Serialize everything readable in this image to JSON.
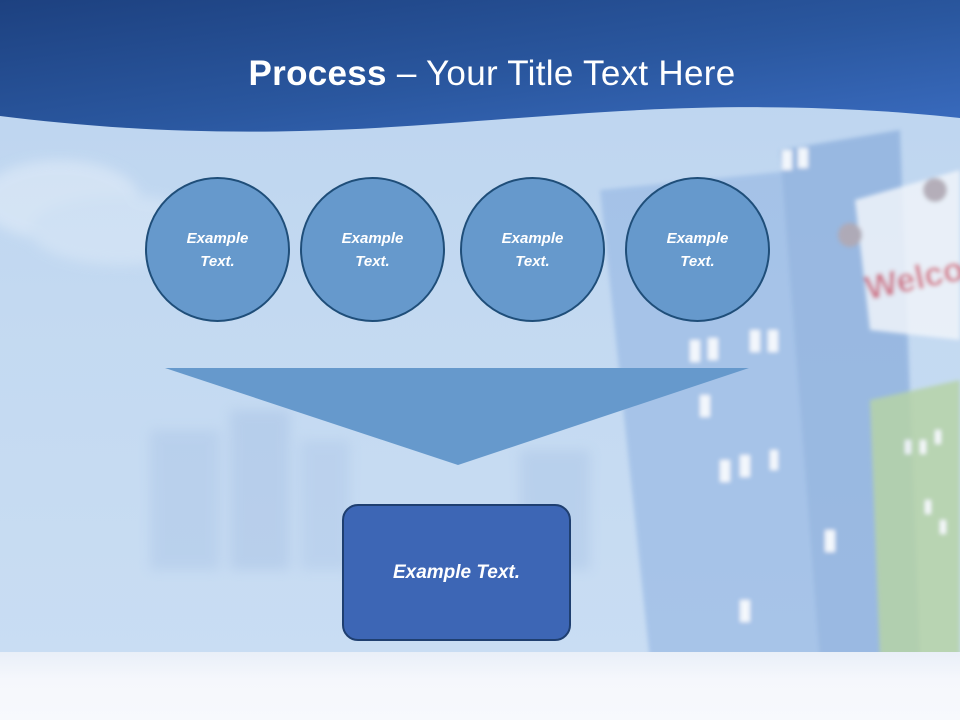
{
  "slide": {
    "title_bold": "Process",
    "title_rest": " – Your Title Text Here"
  },
  "diagram": {
    "inputs": [
      {
        "label": "Example Text."
      },
      {
        "label": "Example Text."
      },
      {
        "label": "Example Text."
      },
      {
        "label": "Example Text."
      }
    ],
    "output": {
      "label": "Example Text."
    },
    "background_sign_text": "Welcome"
  },
  "colors": {
    "banner": "#2c5aa0",
    "circle_fill": "#6699cc",
    "circle_border": "#1f4e79",
    "funnel_fill": "#6699cc",
    "box_fill": "#3d66b5",
    "text": "#ffffff"
  }
}
